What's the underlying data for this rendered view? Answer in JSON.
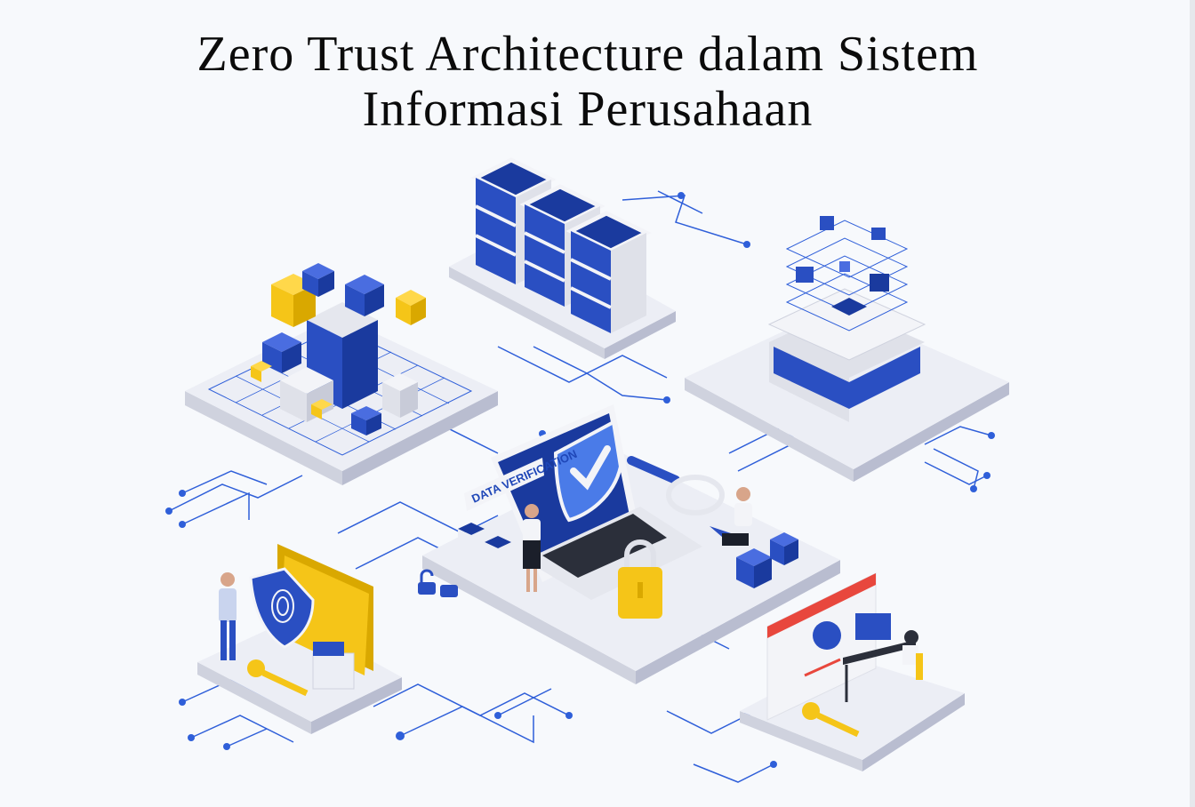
{
  "title": {
    "line1": "Zero Trust Architecture dalam Sistem",
    "line2": "Informasi Perusahaan"
  },
  "illustration": {
    "laptop_label": "DATA VERIFICATION"
  },
  "colors": {
    "background": "#f7f9fc",
    "blue": "#2a4fc2",
    "dark_blue": "#1a3a9e",
    "yellow": "#f5c518",
    "platform": "#eceef5",
    "platform_side": "#cfd2de",
    "circuit": "#2f5fd9"
  }
}
